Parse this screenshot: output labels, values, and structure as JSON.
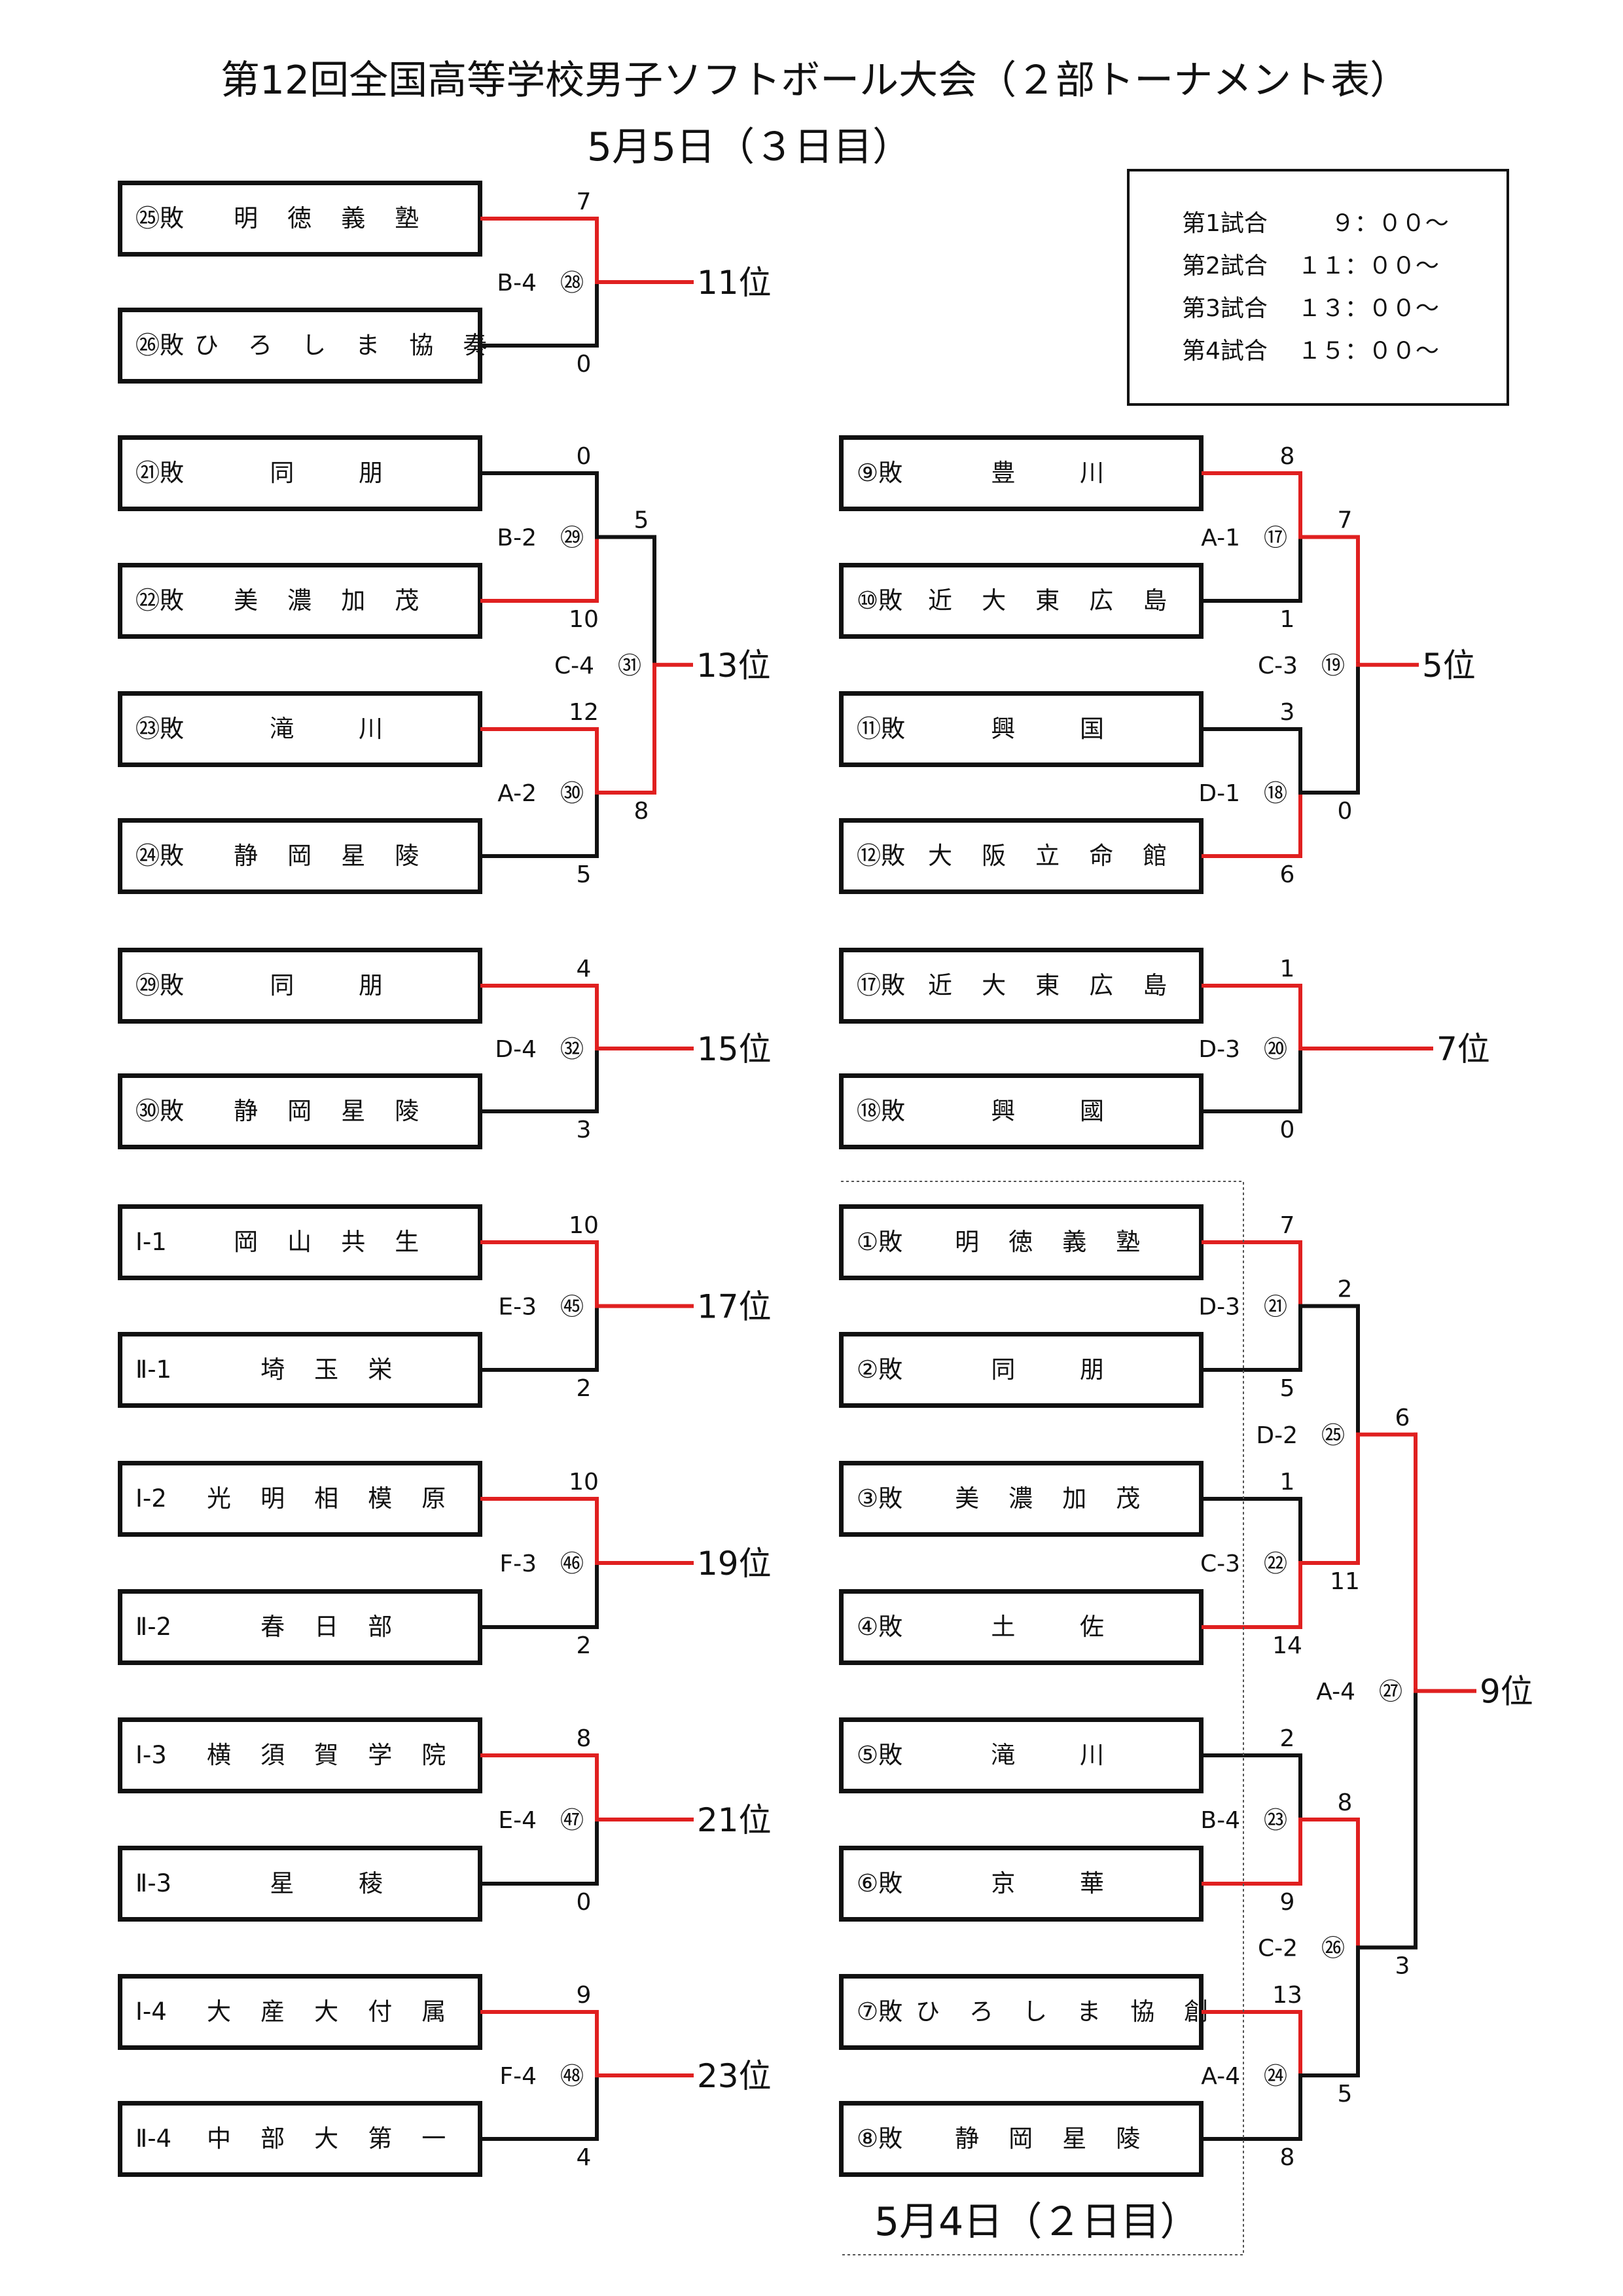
{
  "title": "第12回全国高等学校男子ソフトボール大会（２部トーナメント表）",
  "subtitle": "5月5日（３日目）",
  "footer_date": "5月4日（２日目）",
  "schedule": [
    {
      "game": "第1試合",
      "time": "  ９：００～"
    },
    {
      "game": "第2試合",
      "time": "１１：００～"
    },
    {
      "game": "第3試合",
      "time": "１３：００～"
    },
    {
      "game": "第4試合",
      "time": "１５：００～"
    }
  ],
  "teams": [
    {
      "seed": "㉕敗",
      "name": "明 徳 義 塾"
    },
    {
      "seed": "㉖敗",
      "name": "ひ ろ し ま 協 奏"
    },
    {
      "seed": "㉑敗",
      "name": "同　 朋"
    },
    {
      "seed": "㉒敗",
      "name": "美 濃 加 茂"
    },
    {
      "seed": "㉓敗",
      "name": "滝　 川"
    },
    {
      "seed": "㉔敗",
      "name": "静 岡 星 陵"
    },
    {
      "seed": "㉙敗",
      "name": "同　 朋"
    },
    {
      "seed": "㉚敗",
      "name": "静 岡 星 陵"
    },
    {
      "seed": "Ⅰ-1",
      "name": "岡 山 共 生"
    },
    {
      "seed": "Ⅱ-1",
      "name": "埼 玉 栄"
    },
    {
      "seed": "Ⅰ-2",
      "name": "光 明 相 模 原"
    },
    {
      "seed": "Ⅱ-2",
      "name": "春 日 部"
    },
    {
      "seed": "Ⅰ-3",
      "name": "横 須 賀 学 院"
    },
    {
      "seed": "Ⅱ-3",
      "name": "星　 稜"
    },
    {
      "seed": "Ⅰ-4",
      "name": "大 産 大 付 属"
    },
    {
      "seed": "Ⅱ-4",
      "name": "中 部 大 第 一"
    },
    {
      "seed": "⑨敗",
      "name": "豊　 川"
    },
    {
      "seed": "⑩敗",
      "name": "近 大 東 広 島"
    },
    {
      "seed": "⑪敗",
      "name": "興　 国"
    },
    {
      "seed": "⑫敗",
      "name": "大 阪 立 命 館"
    },
    {
      "seed": "⑰敗",
      "name": "近 大 東 広 島"
    },
    {
      "seed": "⑱敗",
      "name": "興　 國"
    },
    {
      "seed": "①敗",
      "name": "明 徳 義 塾"
    },
    {
      "seed": "②敗",
      "name": "同　 朋"
    },
    {
      "seed": "③敗",
      "name": "美 濃 加 茂"
    },
    {
      "seed": "④敗",
      "name": "土　 佐"
    },
    {
      "seed": "⑤敗",
      "name": "滝　 川"
    },
    {
      "seed": "⑥敗",
      "name": "京　 華"
    },
    {
      "seed": "⑦敗",
      "name": "ひ ろ し ま 協 創"
    },
    {
      "seed": "⑧敗",
      "name": "静 岡 星 陵"
    }
  ],
  "match_labels": [
    "B-4　㉘",
    "B-2　㉙",
    "A-2　㉚",
    "C-4　㉛",
    "D-4　㉜",
    "E-3　㊺",
    "F-3　㊻",
    "E-4　㊼",
    "F-4　㊽",
    "A-1　⑰",
    "D-1　⑱",
    "C-3　⑲",
    "D-3　⑳",
    "D-3　㉑",
    "C-3　㉒",
    "D-2　㉕",
    "B-4　㉓",
    "A-4　㉔",
    "C-2　㉖",
    "A-4　㉗"
  ],
  "scores": [
    "7",
    "0",
    "0",
    "10",
    "12",
    "5",
    "5",
    "8",
    "4",
    "3",
    "10",
    "2",
    "10",
    "2",
    "8",
    "0",
    "9",
    "4",
    "8",
    "1",
    "3",
    "6",
    "7",
    "0",
    "1",
    "0",
    "7",
    "5",
    "1",
    "14",
    "2",
    "11",
    "2",
    "9",
    "13",
    "8",
    "8",
    "5",
    "6",
    "3"
  ],
  "places": [
    "11位",
    "13位",
    "15位",
    "17位",
    "19位",
    "21位",
    "23位",
    "5位",
    "7位",
    "9位"
  ],
  "colors": {
    "winner_line": "#e02020",
    "loser_line": "#111111",
    "border": "#111111"
  }
}
